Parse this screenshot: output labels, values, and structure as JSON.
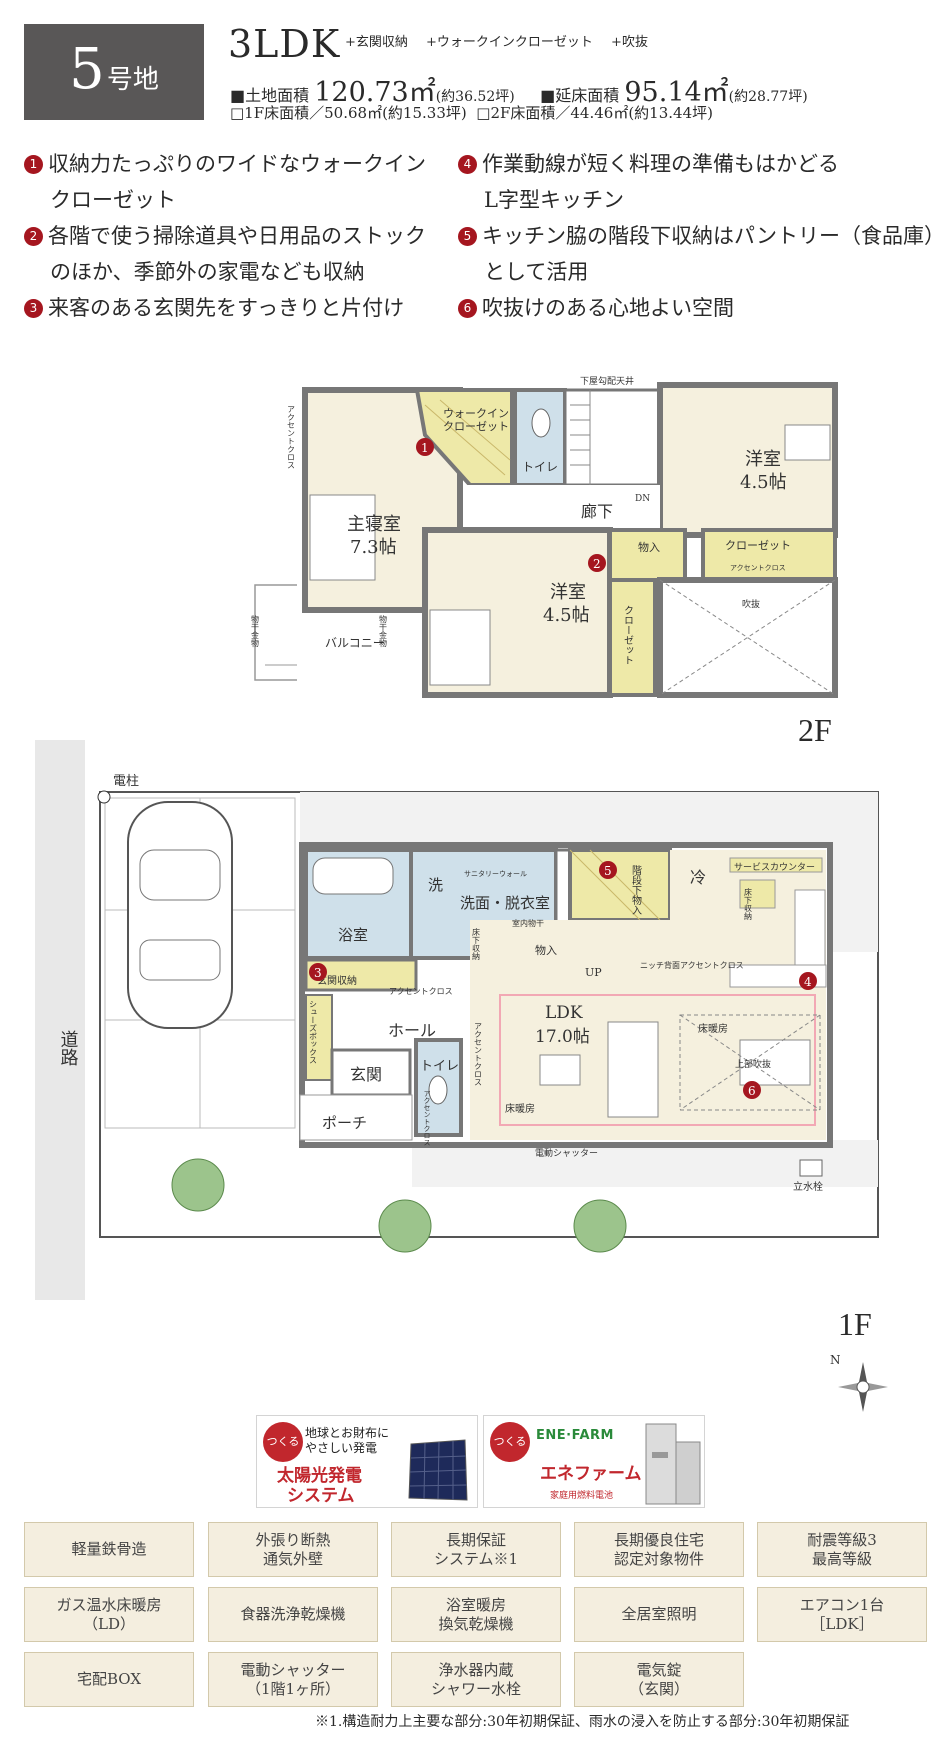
{
  "header": {
    "lot_number": "5",
    "lot_suffix": "号地",
    "plan_type": "3LDK",
    "options": "+玄関収納 +ウォークインクローゼット +吹抜",
    "land_area_label": "■土地面積",
    "land_area_value": "120.73㎡",
    "land_area_tsubo": "(約36.52坪)",
    "floor_area_label": "■延床面積",
    "floor_area_value": "95.14㎡",
    "floor_area_tsubo": "(約28.77坪)",
    "floor1_area": "□1F床面積／50.68㎡(約15.33坪)",
    "floor2_area": "□2F床面積／44.46㎡(約13.44坪)"
  },
  "features": [
    {
      "num": "1",
      "line1": "収納力たっぷりのワイドなウォークイン",
      "line2": "クローゼット"
    },
    {
      "num": "2",
      "line1": "各階で使う掃除道具や日用品のストック",
      "line2": "のほか、季節外の家電なども収納"
    },
    {
      "num": "3",
      "line1": "来客のある玄関先をすっきりと片付け",
      "line2": ""
    },
    {
      "num": "4",
      "line1": "作業動線が短く料理の準備もはかどる",
      "line2": "L字型キッチン"
    },
    {
      "num": "5",
      "line1": "キッチン脇の階段下収納はパントリー（食品庫）",
      "line2": "として活用"
    },
    {
      "num": "6",
      "line1": "吹抜けのある心地よい空間",
      "line2": ""
    }
  ],
  "floor2": {
    "label": "2F",
    "rooms": {
      "master": "主寝室",
      "master_size": "7.3帖",
      "west": "洋室",
      "west_size": "4.5帖",
      "east": "洋室",
      "east_size": "4.5帖",
      "hall": "廊下",
      "wic1": "ウォークイン",
      "wic2": "クローゼット",
      "toilet": "トイレ",
      "storage": "物入",
      "closet": "クローゼット",
      "closet_v": "クローゼット",
      "void": "吹抜",
      "balcony": "バルコニー",
      "slope_ceiling": "下屋勾配天井",
      "dn": "DN",
      "accent": "アクセントクロス",
      "dryer": "物干金物"
    },
    "markers": [
      "1",
      "2"
    ]
  },
  "floor1": {
    "label": "1F",
    "rooms": {
      "ldk": "LDK",
      "ldk_size": "17.0帖",
      "bath": "浴室",
      "wash": "洗面・脱衣室",
      "wash_short": "洗",
      "hall": "ホール",
      "entrance": "玄関",
      "porch": "ポーチ",
      "toilet": "トイレ",
      "fridge": "冷",
      "stair_storage": "階段下物入",
      "storage": "物入",
      "service_counter": "サービスカウンター",
      "underfloor": "床下収納",
      "shoebox": "シューズボックス",
      "entrance_storage": "玄関収納",
      "floor_heating": "床暖房",
      "upper_void": "上部吹抜",
      "shutter": "電動シャッター",
      "faucet": "立水栓",
      "pole": "電柱",
      "road": "道路",
      "up": "UP",
      "indoor_dryer": "室内物干",
      "sanitary": "サニタリーウォール",
      "niche": "ニッチ背面アクセントクロス",
      "accent": "アクセントクロス",
      "accent_short": "アクセントクロス",
      "toilet_accent": "アクセントクロス"
    },
    "markers": [
      "3",
      "4",
      "5",
      "6"
    ]
  },
  "compass": {
    "north": "N"
  },
  "equipment": [
    {
      "badge": "つくる",
      "sub1": "地球とお財布に",
      "sub2": "やさしい発電",
      "title1": "太陽光発電",
      "title2": "システム"
    },
    {
      "badge": "つくる",
      "logo": "ENE·FARM",
      "title1": "エネファーム",
      "caption": "家庭用燃料電池"
    }
  ],
  "specs": [
    "軽量鉄骨造",
    "外張り断熱\n通気外壁",
    "長期保証\nシステム※1",
    "長期優良住宅\n認定対象物件",
    "耐震等級3\n最高等級",
    "ガス温水床暖房\n（LD）",
    "食器洗浄乾燥機",
    "浴室暖房\n換気乾燥機",
    "全居室照明",
    "エアコン1台\n［LDK］",
    "宅配BOX",
    "電動シャッター\n（1階1ヶ所）",
    "浄水器内蔵\nシャワー水栓",
    "電気錠\n（玄関）"
  ],
  "footnote": "※1.構造耐力上主要な部分:30年初期保証、雨水の浸入を防止する部分:30年初期保証",
  "colors": {
    "badge_bg": "#595757",
    "marker": "#a5161f",
    "room_fill": "#f5f0de",
    "storage_fill": "#eee9a8",
    "wet_fill": "#cfe0ea",
    "spec_bg": "#f4eedf",
    "heating_line": "#f2a8b4"
  }
}
